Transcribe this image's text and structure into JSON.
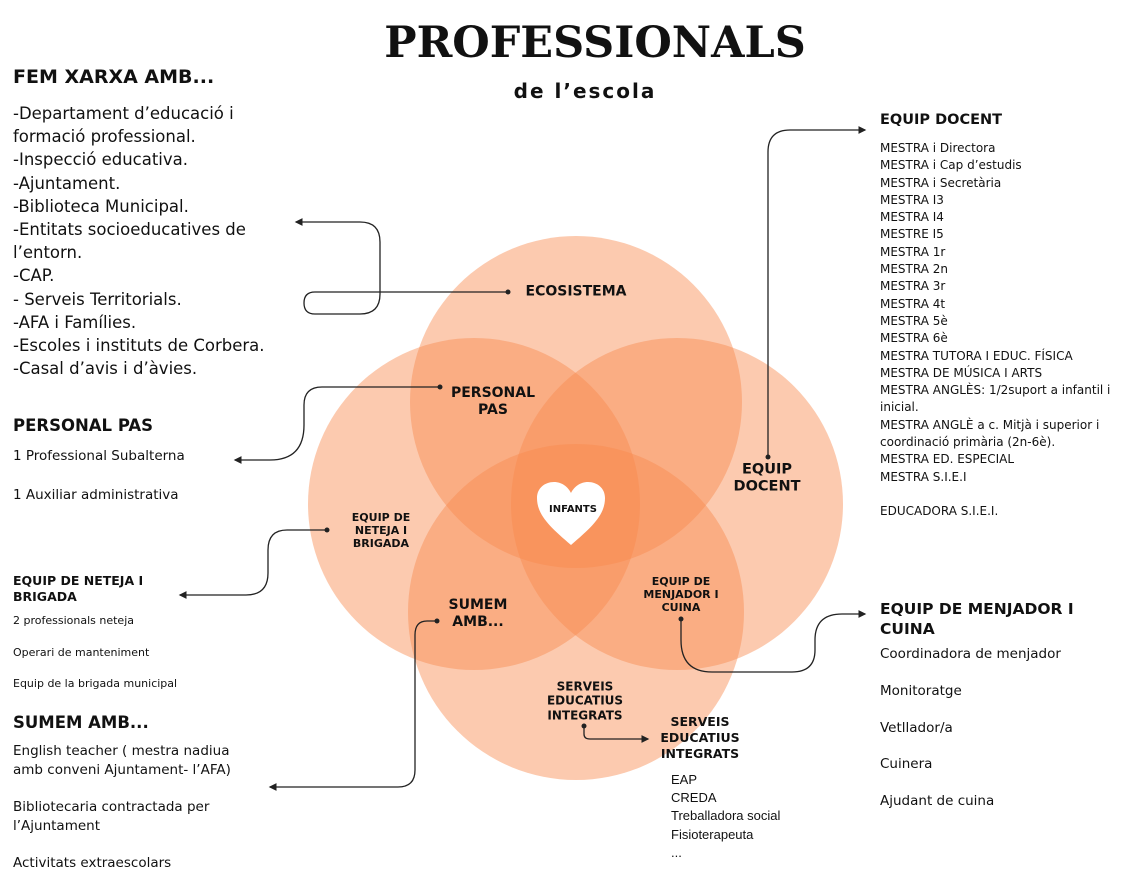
{
  "header": {
    "title": "PROFESSIONALS",
    "subtitle": "de l’escola"
  },
  "fem_xarxa": {
    "heading": "FEM XARXA AMB...",
    "items": [
      "-Departament d’educació i formació professional.",
      "-Inspecció educativa.",
      "-Ajuntament.",
      "-Biblioteca Municipal.",
      "-Entitats socioeducatives de l’entorn.",
      "-CAP.",
      "- Serveis Territorials.",
      "-AFA i Famílies.",
      "-Escoles i instituts de Corbera.",
      "-Casal d’avis i  d’àvies."
    ]
  },
  "personal_pas": {
    "heading": "PERSONAL PAS",
    "items": [
      "1 Professional Subalterna",
      "1 Auxiliar administrativa"
    ]
  },
  "neteja": {
    "heading": "EQUIP DE NETEJA I BRIGADA",
    "items": [
      "2 professionals neteja",
      "Operari de manteniment",
      "Equip de la brigada municipal"
    ]
  },
  "sumem": {
    "heading": "SUMEM AMB...",
    "items": [
      "English teacher ( mestra nadiua amb conveni Ajuntament- l’AFA)",
      "Bibliotecaria contractada per l’Ajuntament",
      "Activitats extraescolars"
    ]
  },
  "equip_docent": {
    "heading": "EQUIP DOCENT",
    "items": [
      "MESTRA i Directora",
      "MESTRA i Cap d’estudis",
      "MESTRA i Secretària",
      "MESTRA I3",
      "MESTRA I4",
      "MESTRE I5",
      "MESTRA 1r",
      "MESTRA 2n",
      "MESTRA 3r",
      "MESTRA 4t",
      "MESTRA 5è",
      "MESTRA 6è",
      "MESTRA TUTORA I EDUC. FÍSICA",
      "MESTRA DE MÚSICA I ARTS",
      "MESTRA ANGLÈS: 1/2suport a infantil i inicial.",
      "MESTRA ANGLÈ a c. Mitjà i superior i coordinació primària (2n-6è).",
      "MESTRA ED. ESPECIAL",
      "MESTRA S.I.E.I",
      "",
      "EDUCADORA S.I.E.I."
    ]
  },
  "menjador": {
    "heading": "EQUIP DE MENJADOR I CUINA",
    "items": [
      "Coordinadora de menjador",
      "Monitoratge",
      "Vetllador/a",
      "Cuinera",
      "Ajudant de cuina"
    ]
  },
  "serveis": {
    "heading": "SERVEIS EDUCATIUS INTEGRATS",
    "items": [
      "EAP",
      "CREDA",
      "Treballadora social",
      "Fisioterapeuta",
      "..."
    ]
  },
  "venn": {
    "center": "INFANTS",
    "ecosistema": "ECOSISTEMA",
    "personal_pas": "PERSONAL PAS",
    "equip_docent": "EQUIP DOCENT",
    "neteja": "EQUIP DE NETEJA I BRIGADA",
    "sumem": "SUMEM AMB...",
    "menjador": "EQUIP DE MENJADOR I CUINA",
    "serveis": "SERVEIS EDUCATIUS INTEGRATS"
  },
  "colors": {
    "circle": "#f98a4d",
    "heart": "#ffffff",
    "line": "#222222"
  }
}
